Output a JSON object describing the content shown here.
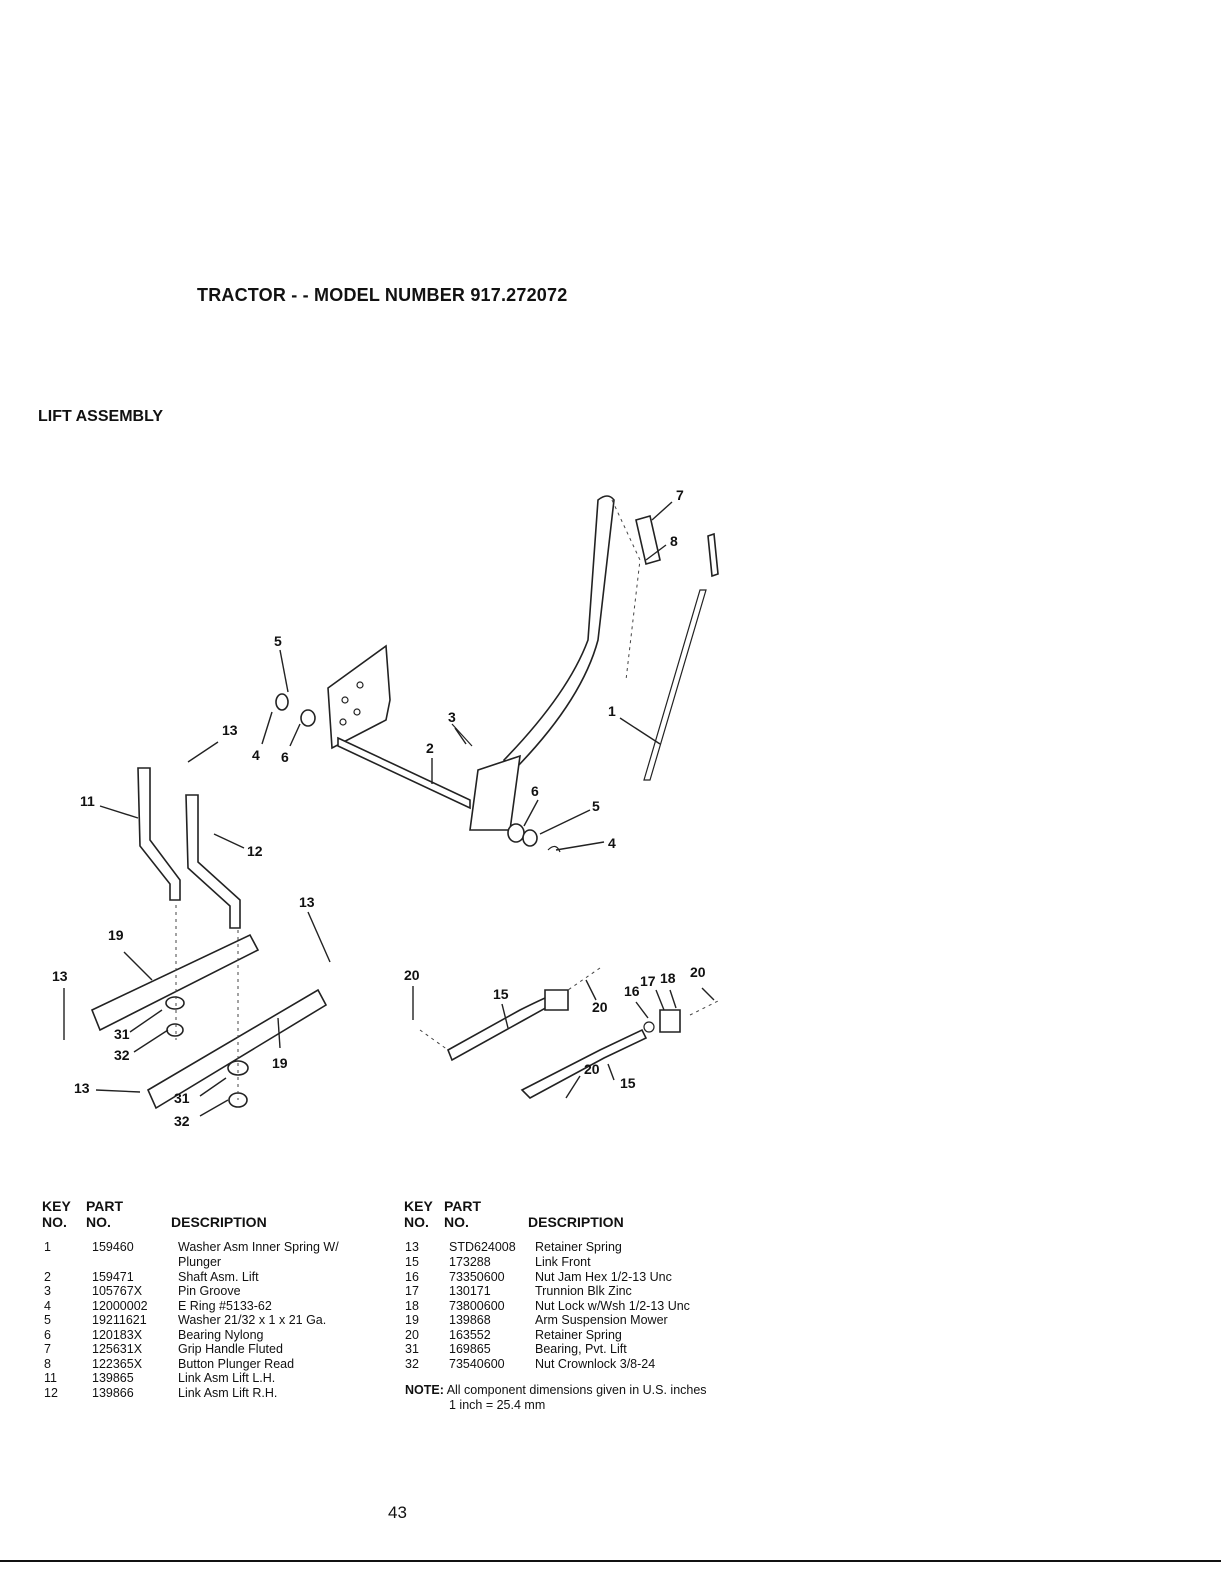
{
  "header": {
    "title": "TRACTOR - - MODEL NUMBER 917.272072",
    "section": "LIFT ASSEMBLY"
  },
  "diagram": {
    "callouts": [
      "5",
      "13",
      "4",
      "6",
      "3",
      "2",
      "7",
      "8",
      "1",
      "11",
      "12",
      "6",
      "5",
      "4",
      "13",
      "19",
      "13",
      "31",
      "32",
      "19",
      "13",
      "31",
      "32",
      "20",
      "15",
      "20",
      "16",
      "17",
      "18",
      "20",
      "20",
      "15"
    ]
  },
  "parts_table": {
    "headers": {
      "key_top": "KEY",
      "key_bottom": "NO.",
      "part_top": "PART",
      "part_bottom": "NO.",
      "description": "DESCRIPTION"
    },
    "left": [
      {
        "key": "1",
        "part": "159460",
        "description": "Washer Asm Inner Spring W/",
        "description_cont": "Plunger"
      },
      {
        "key": "2",
        "part": "159471",
        "description": "Shaft Asm. Lift"
      },
      {
        "key": "3",
        "part": "105767X",
        "description": "Pin Groove"
      },
      {
        "key": "4",
        "part": "12000002",
        "description": "E Ring #5133-62"
      },
      {
        "key": "5",
        "part": "19211621",
        "description": "Washer 21/32 x 1 x 21 Ga."
      },
      {
        "key": "6",
        "part": "120183X",
        "description": "Bearing Nylong"
      },
      {
        "key": "7",
        "part": "125631X",
        "description": "Grip Handle Fluted"
      },
      {
        "key": "8",
        "part": "122365X",
        "description": "Button Plunger Read"
      },
      {
        "key": "11",
        "part": "139865",
        "description": "Link Asm Lift L.H."
      },
      {
        "key": "12",
        "part": "139866",
        "description": "Link Asm Lift R.H."
      }
    ],
    "right": [
      {
        "key": "13",
        "part": "STD624008",
        "description": "Retainer Spring"
      },
      {
        "key": "15",
        "part": "173288",
        "description": "Link Front"
      },
      {
        "key": "16",
        "part": "73350600",
        "description": "Nut Jam Hex 1/2-13 Unc"
      },
      {
        "key": "17",
        "part": "130171",
        "description": "Trunnion Blk Zinc"
      },
      {
        "key": "18",
        "part": "73800600",
        "description": "Nut Lock w/Wsh 1/2-13 Unc"
      },
      {
        "key": "19",
        "part": "139868",
        "description": "Arm Suspension Mower"
      },
      {
        "key": "20",
        "part": "163552",
        "description": "Retainer Spring"
      },
      {
        "key": "31",
        "part": "169865",
        "description": "Bearing, Pvt. Lift"
      },
      {
        "key": "32",
        "part": "73540600",
        "description": "Nut Crownlock 3/8-24"
      }
    ]
  },
  "note": {
    "label": "NOTE:",
    "text": "All component dimensions given in U.S. inches",
    "conversion": "1 inch = 25.4 mm"
  },
  "page_number": "43"
}
